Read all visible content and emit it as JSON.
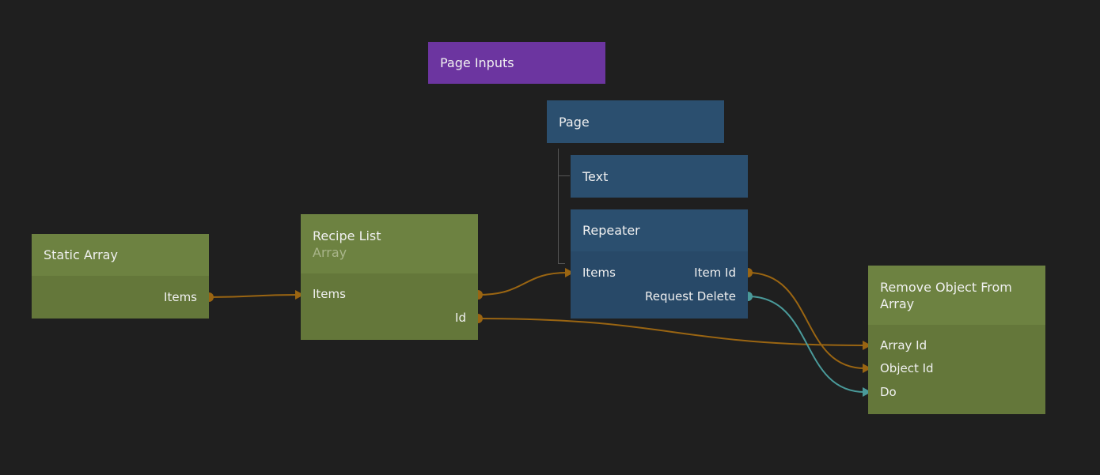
{
  "colors": {
    "background": "#1f1f1f",
    "data_node": "#6d8241",
    "visual_node": "#2b4f6f",
    "component_node": "#6c35a0",
    "data_connection": "#9a6512",
    "signal_connection": "#4a9a9a"
  },
  "nodes": {
    "page_inputs": {
      "title": "Page Inputs"
    },
    "page": {
      "title": "Page"
    },
    "text": {
      "title": "Text"
    },
    "repeater": {
      "title": "Repeater",
      "inputs": [
        "Items"
      ],
      "outputs": [
        "Item Id",
        "Request Delete"
      ]
    },
    "static_array": {
      "title": "Static Array",
      "outputs": [
        "Items"
      ]
    },
    "recipe_list": {
      "title": "Recipe List",
      "subtitle": "Array",
      "inputs": [
        "Items"
      ],
      "outputs": [
        "Id"
      ]
    },
    "remove_object": {
      "title": "Remove Object From Array",
      "inputs": [
        "Array Id",
        "Object Id",
        "Do"
      ]
    }
  }
}
